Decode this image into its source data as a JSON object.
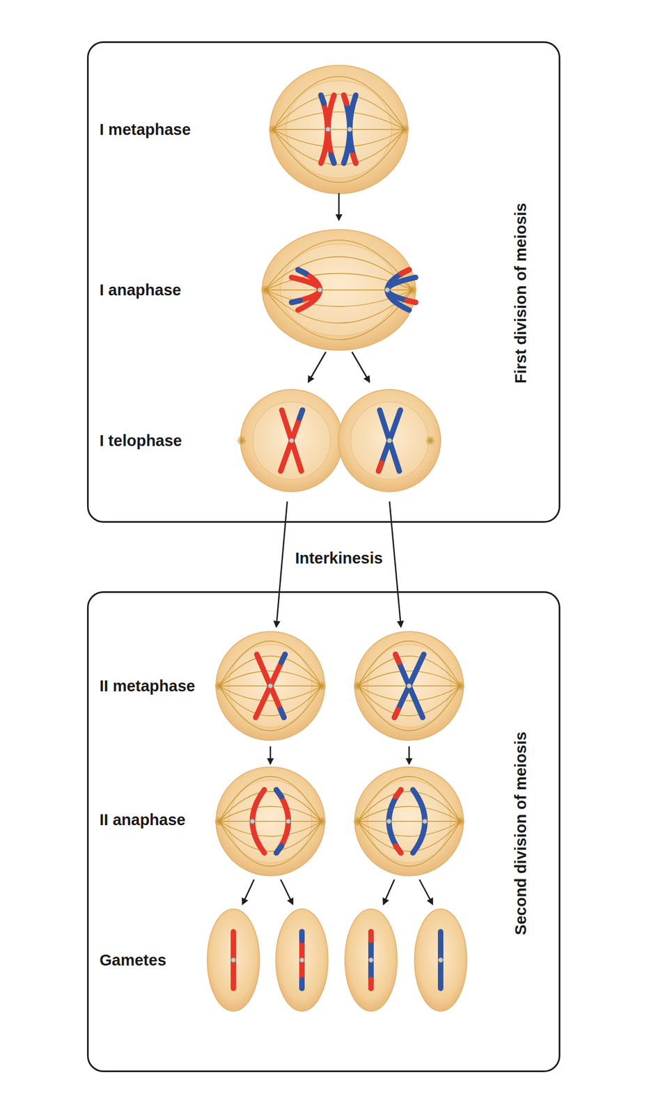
{
  "diagram": {
    "nodes": [
      {
        "text": [
          "First division of meiosis"
        ]
      },
      {
        "text": [
          "Second division of meiosis"
        ]
      }
    ],
    "labels": [
      "I metaphase",
      "I anaphase",
      "I telophase",
      "Interkinesis",
      "II metaphase",
      "II anaphase",
      "Gametes"
    ]
  }
}
